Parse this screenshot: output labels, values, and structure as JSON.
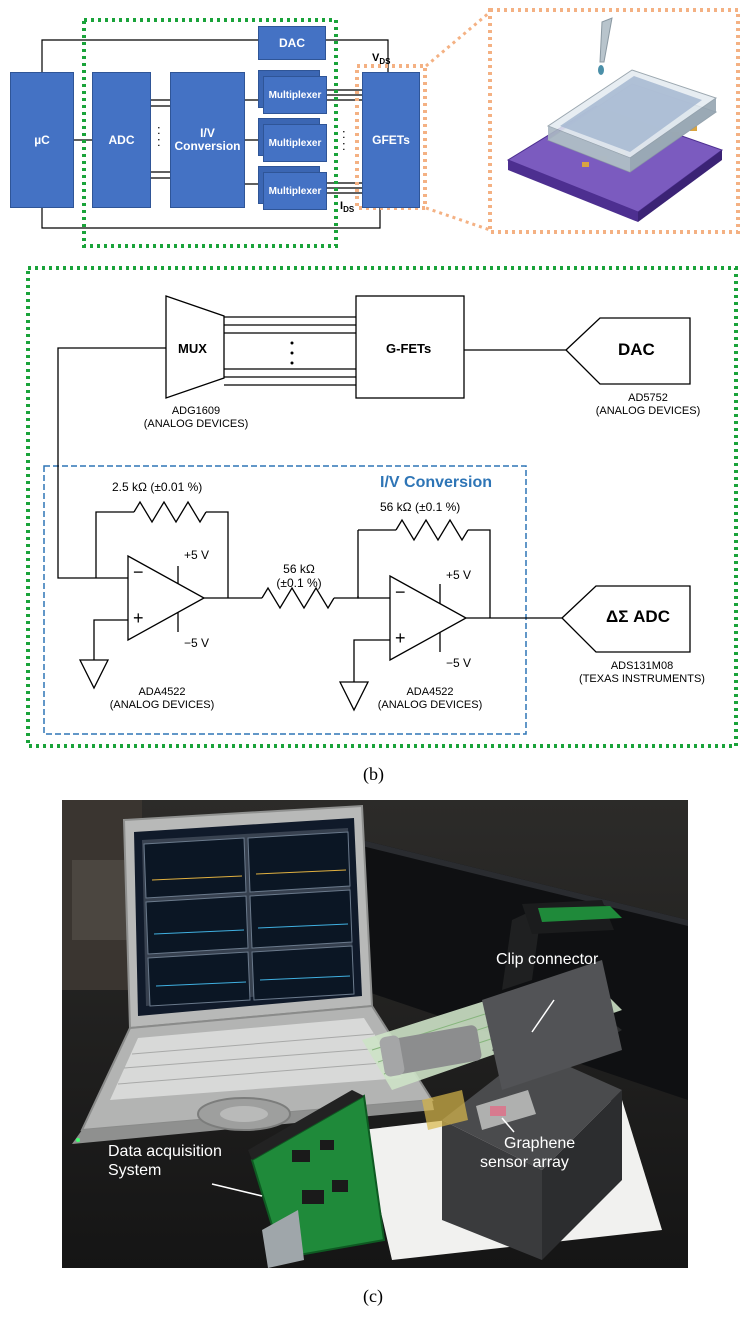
{
  "block_diagram": {
    "uc": "µC",
    "adc": "ADC",
    "iv_line1": "I/V",
    "iv_line2": "Conversion",
    "dac": "DAC",
    "mux1": "Multiplexer",
    "mux2": "Multiplexer",
    "mux3": "Multiplexer",
    "gfets": "GFETs",
    "vds": "V",
    "vds_sub": "DS",
    "ids": "I",
    "ids_sub": "DS",
    "dots_adc": ":",
    "dots_mux": ":"
  },
  "circuit": {
    "mux": "MUX",
    "gfets": "G-FETs",
    "dac": "DAC",
    "dac_part": "AD5752",
    "dac_maker": "(ANALOG DEVICES)",
    "mux_part": "ADG1609",
    "mux_maker": "(ANALOG DEVICES)",
    "iv_title": "I/V Conversion",
    "r1": "2.5 kΩ (±0.01 %)",
    "r2_line1": "56 kΩ",
    "r2_line2": "(±0.1 %)",
    "r3": "56 kΩ (±0.1 %)",
    "opamp1_vpos": "+5 V",
    "opamp1_vneg": "−5 V",
    "opamp2_vpos": "+5 V",
    "opamp2_vneg": "−5 V",
    "opamp_minus": "−",
    "opamp_plus": "+",
    "opamp1_part": "ADA4522",
    "opamp1_maker": "(ANALOG DEVICES)",
    "opamp2_part": "ADA4522",
    "opamp2_maker": "(ANALOG DEVICES)",
    "adc": "ΔΣ ADC",
    "adc_part": "ADS131M08",
    "adc_maker": "(TEXAS INSTRUMENTS)"
  },
  "captions": {
    "b": "(b)",
    "c": "(c)"
  },
  "photo": {
    "clip_connector": "Clip connector",
    "daq_line1": "Data acquisition",
    "daq_line2": "System",
    "sensor_line1": "Graphene",
    "sensor_line2": "sensor array"
  },
  "colors": {
    "block_blue": "#4472c4",
    "green_dotted": "#1aa33a",
    "orange_dotted": "#f4b183",
    "iv_blue": "#2e75b6"
  }
}
